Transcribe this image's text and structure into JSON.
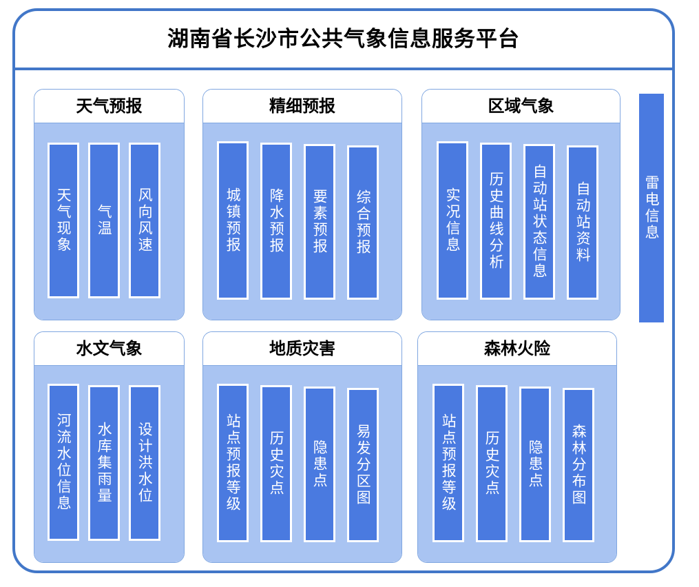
{
  "platform": {
    "title": "湖南省长沙市公共气象信息服务平台",
    "accent_color": "#4277c8",
    "panel_body_color": "#a9c4f2",
    "bar_color": "#4a7ae0",
    "bar_border_color": "#ffffff"
  },
  "panels": [
    {
      "title": "天气预报",
      "items": [
        {
          "label": "天气现象"
        },
        {
          "label": "气温"
        },
        {
          "label": "风向风速"
        }
      ]
    },
    {
      "title": "精细预报",
      "items": [
        {
          "label": "城镇预报"
        },
        {
          "label": "降水预报"
        },
        {
          "label": "要素预报"
        },
        {
          "label": "综合预报"
        }
      ]
    },
    {
      "title": "区域气象",
      "items": [
        {
          "label": "实况信息"
        },
        {
          "label": "历史曲线分析"
        },
        {
          "label": "自动站状态信息"
        },
        {
          "label": "自动站资料"
        }
      ]
    },
    {
      "title": "水文气象",
      "items": [
        {
          "label": "河流水位信息"
        },
        {
          "label": "水库集雨量"
        },
        {
          "label": "设计洪水位"
        }
      ]
    },
    {
      "title": "地质灾害",
      "items": [
        {
          "label": "站点预报等级"
        },
        {
          "label": "历史灾点"
        },
        {
          "label": "隐患点"
        },
        {
          "label": "易发分区图"
        }
      ]
    },
    {
      "title": "森林火险",
      "items": [
        {
          "label": "站点预报等级"
        },
        {
          "label": "历史灾点"
        },
        {
          "label": "隐患点"
        },
        {
          "label": "森林分布图"
        }
      ]
    }
  ],
  "standalone": {
    "label": "雷电信息"
  }
}
